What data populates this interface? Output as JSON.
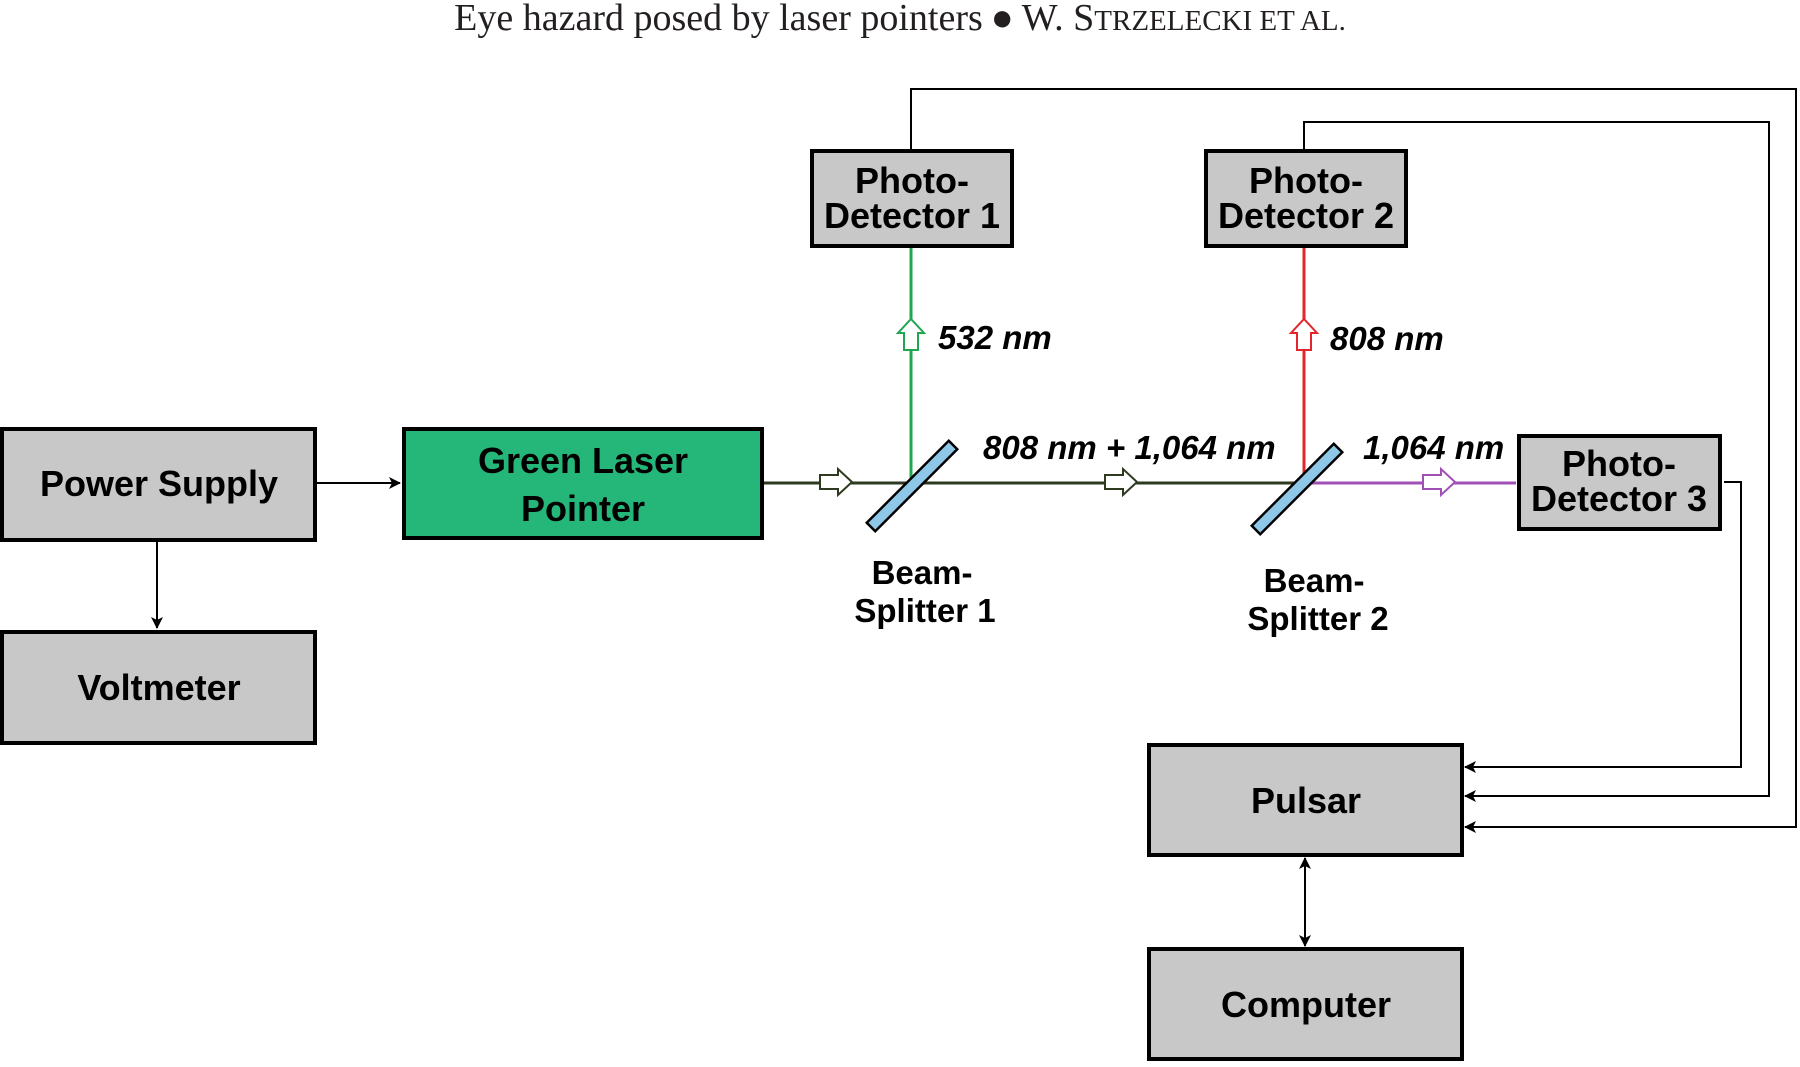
{
  "header": {
    "title": "Eye hazard posed by laser pointers",
    "bullet": "●",
    "author_initial": "W. ",
    "author_surname_initial": "S",
    "author_surname_rest": "TRZELECKI",
    "et_al": " ET AL."
  },
  "boxes": {
    "power_supply": "Power Supply",
    "voltmeter": "Voltmeter",
    "green_laser_line1": "Green Laser",
    "green_laser_line2": "Pointer",
    "photodetector1_line1": "Photo-",
    "photodetector1_line2": "Detector 1",
    "photodetector2_line1": "Photo-",
    "photodetector2_line2": "Detector 2",
    "photodetector3_line1": "Photo-",
    "photodetector3_line2": "Detector 3",
    "pulsar": "Pulsar",
    "computer": "Computer"
  },
  "splitters": {
    "bs1_line1": "Beam-",
    "bs1_line2": "Splitter 1",
    "bs2_line1": "Beam-",
    "bs2_line2": "Splitter 2"
  },
  "wavelengths": {
    "green": "532 nm",
    "red": "808 nm",
    "combined": "808 nm + 1,064 nm",
    "ir": "1,064 nm"
  },
  "colors": {
    "box_fill": "#c8c8c9",
    "laser_fill": "#25b679",
    "splitter_fill": "#8ec7e8",
    "green_beam": "#1fa651",
    "red_beam": "#e3262b",
    "purple_beam": "#a04fb5",
    "main_beam": "#2e3a1f"
  }
}
